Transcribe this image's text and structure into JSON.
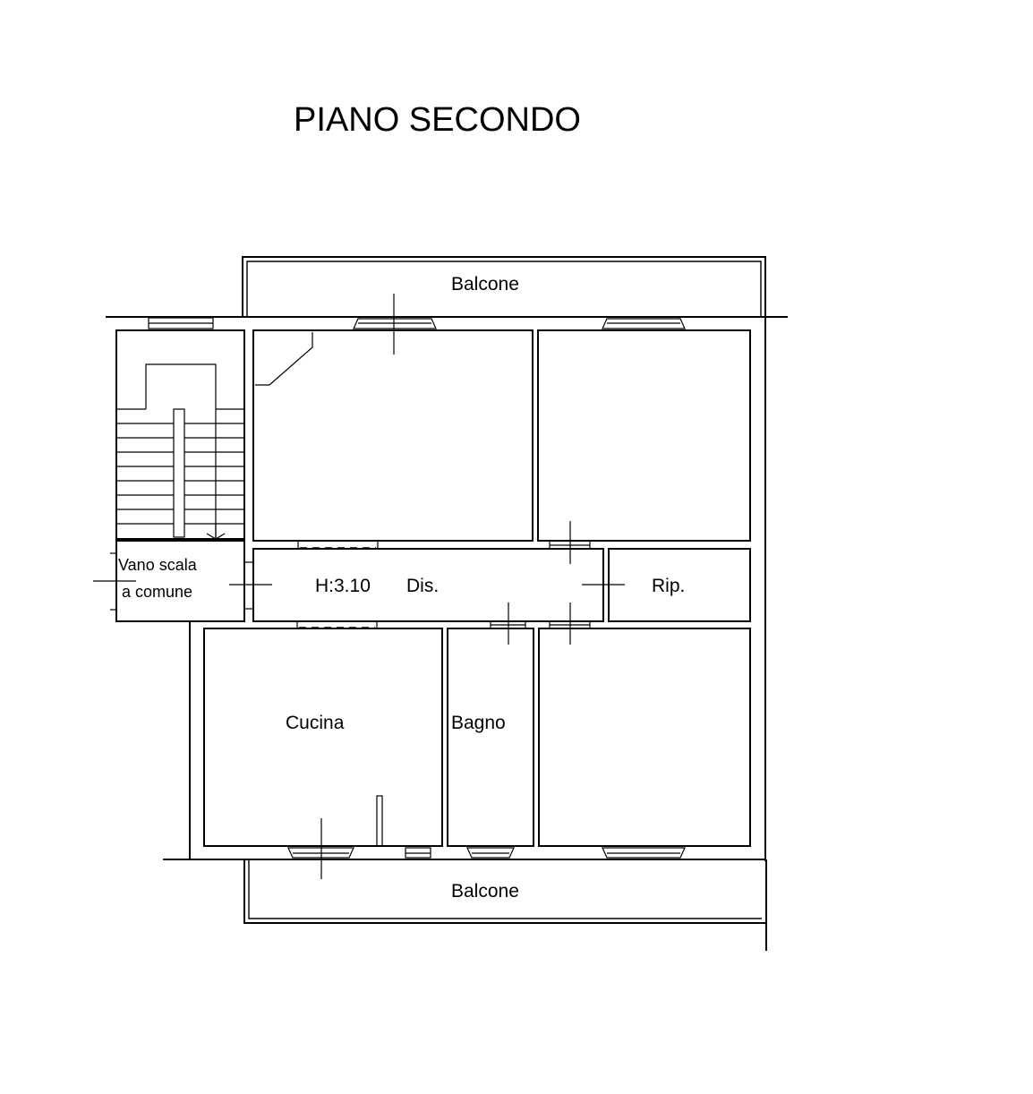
{
  "title": "PIANO SECONDO",
  "labels": {
    "balcone_top": "Balcone",
    "balcone_bottom": "Balcone",
    "vano_scala_line1": "Vano scala",
    "vano_scala_line2": "a comune",
    "height": "H:3.10",
    "disimpegno": "Dis.",
    "ripostiglio": "Rip.",
    "cucina": "Cucina",
    "bagno": "Bagno"
  }
}
